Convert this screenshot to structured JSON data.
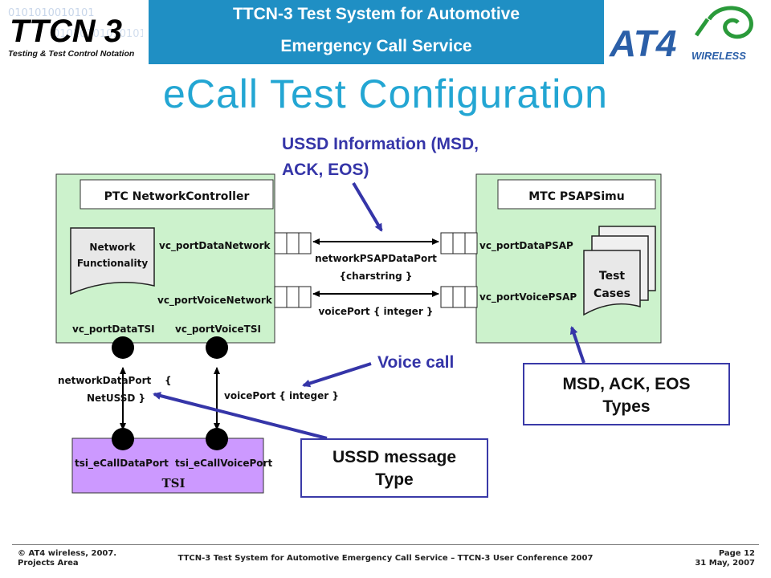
{
  "header": {
    "title_line1": "TTCN-3 Test System for Automotive",
    "title_line2": "Emergency Call Service",
    "left_logo": {
      "main": "TTCN 3",
      "tagline": "Testing & Test Control Notation",
      "background_digits_1": "0101010010101",
      "background_digits_2": "01010101010101"
    },
    "right_logo": {
      "main": "AT4",
      "sub": "WIRELESS"
    },
    "colors": {
      "banner": "#1f8fc4",
      "title": "#23a6d3",
      "logo_blue": "#2b5fa8",
      "logo_green": "#2a9a3a"
    }
  },
  "slide_title": "eCall Test Configuration",
  "diagram": {
    "ptc_title": "PTC NetworkController",
    "network_functionality": "Network Functionality",
    "ptc_ports": {
      "data_network": "vc_portDataNetwork",
      "voice_network": "vc_portVoiceNetwork",
      "data_tsi": "vc_portDataTSI",
      "voice_tsi": "vc_portVoiceTSI"
    },
    "mtc_title": "MTC PSAPSimu",
    "mtc_ports": {
      "data_psap": "vc_portDataPSAP",
      "voice_psap": "vc_portVoicePSAP"
    },
    "test_cases": "Test Cases",
    "connections": {
      "network_psap_port": "networkPSAPDataPort",
      "network_psap_type": "{charstring }",
      "voice_port": "voicePort { integer }",
      "network_data_port": "networkDataPort",
      "netussd_open": "{",
      "netussd": "NetUSSD }",
      "voice_port_tsi": "voicePort { integer }"
    },
    "tsi": {
      "title": "TSI",
      "data_port": "tsi_eCallDataPort",
      "voice_port": "tsi_eCallVoicePort"
    },
    "colors": {
      "component_fill": "#ccf2cc",
      "tsi_fill": "#cc99ff",
      "callout_border": "#3a3aa8",
      "arrow": "#3535a8"
    }
  },
  "annotations": {
    "ussd_info": "USSD Information (MSD, ACK, EOS)",
    "voice_call": "Voice call",
    "msd_types": "MSD, ACK, EOS Types",
    "ussd_message": "USSD message Type"
  },
  "footer": {
    "left_line1": "© AT4 wireless, 2007.",
    "left_line2": "Projects Area",
    "center": "TTCN-3 Test System for Automotive Emergency Call Service – TTCN-3 User Conference 2007",
    "right_line1": "Page 12",
    "right_line2": "31 May, 2007"
  }
}
